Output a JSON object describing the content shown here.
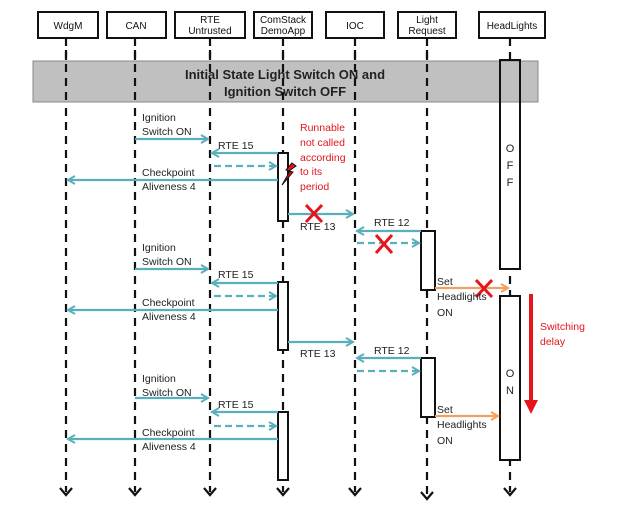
{
  "colors": {
    "message": "#5aafbd",
    "command": "#f0a060",
    "error": "#e8141b",
    "banner_fill": "#c0c0c0",
    "lifeline": "#111111"
  },
  "participants": [
    {
      "id": "wdgm",
      "lines": [
        "WdgM"
      ]
    },
    {
      "id": "can",
      "lines": [
        "CAN"
      ]
    },
    {
      "id": "rte",
      "lines": [
        "RTE",
        "Untrusted"
      ]
    },
    {
      "id": "comstack",
      "lines": [
        "ComStack",
        "DemoApp"
      ]
    },
    {
      "id": "ioc",
      "lines": [
        "IOC"
      ]
    },
    {
      "id": "lightreq",
      "lines": [
        "Light",
        "Request"
      ]
    },
    {
      "id": "headlights",
      "lines": [
        "HeadLights"
      ]
    }
  ],
  "banner": {
    "line1": "Initial State Light Switch ON and",
    "line2": "Ignition Switch OFF"
  },
  "states": {
    "off": [
      "O",
      "F",
      "F"
    ],
    "on": [
      "O",
      "N"
    ]
  },
  "labels": {
    "ignition": [
      "Ignition",
      "Switch ON"
    ],
    "rte15": "RTE 15",
    "checkpoint": [
      "Checkpoint",
      "Aliveness 4"
    ],
    "rte13": "RTE 13",
    "rte12": "RTE 12",
    "set_headlights": [
      "Set",
      "Headlights",
      "ON"
    ],
    "runnable_note": [
      "Runnable",
      "not called",
      "according",
      "to its",
      "period"
    ],
    "switching_delay": [
      "Switching",
      "delay"
    ]
  }
}
